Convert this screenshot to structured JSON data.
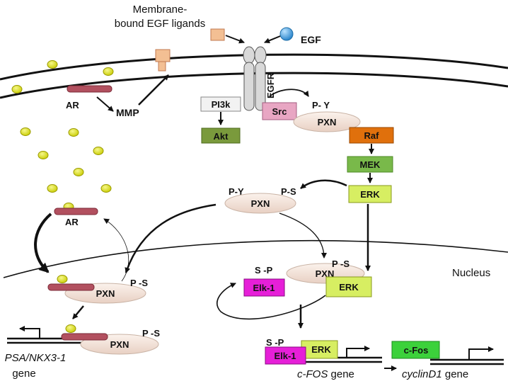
{
  "labels": {
    "membrane_line1": "Membrane-",
    "membrane_line2": "bound EGF ligands",
    "egf": "EGF",
    "egfr": "EGFR",
    "ar_top": "AR",
    "mmp": "MMP",
    "pi3k": "PI3k",
    "akt": "Akt",
    "src": "Src",
    "py_top": "P- Y",
    "pxn": "PXN",
    "raf": "Raf",
    "mek": "MEK",
    "erk": "ERK",
    "py_mid": "P-Y",
    "ps": "P -S",
    "ps_mid": "P-S",
    "ar_mid": "AR",
    "nucleus": "Nucleus",
    "sp": "S -P",
    "elk1": "Elk-1",
    "cfos_protein": "c-Fos",
    "psa_gene_italic": "PSA/NKX3-1",
    "psa_gene_word": "gene",
    "cfos_gene_italic": "c-FOS",
    "cfos_gene_word": " gene",
    "cyclin_gene_italic": "cyclinD1",
    "cyclin_gene_word": " gene"
  },
  "colors": {
    "ligand_dot": "#dde000",
    "egf_ball": "#4aa3e0",
    "membrane_ligand": "#f3bf93",
    "ar_receptor": "#b2505f",
    "pxn": "#efdcd1",
    "pi3k": "#f2f2f2",
    "akt": "#7a9a3c",
    "src": "#e8a6c3",
    "raf": "#e0700c",
    "mek": "#79b94a",
    "erk": "#d7ee62",
    "elk1": "#e61fd8",
    "cfos": "#3cd13b"
  }
}
